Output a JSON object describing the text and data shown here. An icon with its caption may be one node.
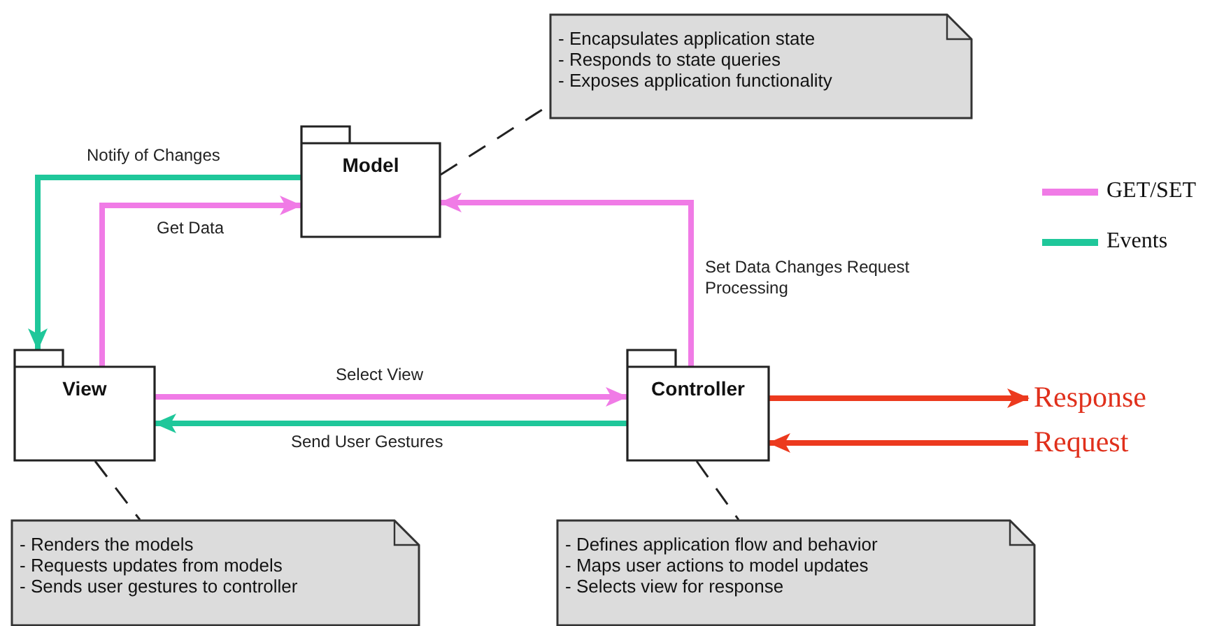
{
  "diagram": {
    "nodes": [
      {
        "text": [
          "- Encapsulates application state",
          "- Responds to state queries",
          "- Exposes application functionality"
        ]
      },
      {
        "text": [
          "Model"
        ]
      },
      {
        "text": [
          "View"
        ]
      },
      {
        "text": [
          "Controller"
        ]
      },
      {
        "text": [
          "- Renders the models",
          "- Requests updates from models",
          "- Sends user gestures to controller"
        ]
      },
      {
        "text": [
          "- Defines application flow and behavior",
          "- Maps user actions to model updates",
          "- Selects view for response"
        ]
      },
      {
        "text": [
          "Response"
        ]
      },
      {
        "text": [
          "Request"
        ]
      }
    ],
    "edges": [
      {
        "from": 1,
        "to": 2,
        "arrow": "to",
        "label": "Notify of Changes",
        "color": "#1fc79a"
      },
      {
        "from": 2,
        "to": 1,
        "arrow": "to",
        "label": "Get Data",
        "color": "#f07be6"
      },
      {
        "from": 3,
        "to": 1,
        "arrow": "to",
        "label": "Set Data Changes Request Processing",
        "color": "#f07be6"
      },
      {
        "from": 2,
        "to": 3,
        "arrow": "to",
        "label": "Select View",
        "color": "#f07be6"
      },
      {
        "from": 3,
        "to": 2,
        "arrow": "to",
        "label": "Send User Gestures",
        "color": "#1fc79a"
      },
      {
        "from": 3,
        "to": 6,
        "arrow": "to",
        "color": "#ec3a1e"
      },
      {
        "from": 7,
        "to": 3,
        "arrow": "to",
        "color": "#ec3a1e"
      },
      {
        "from": 1,
        "to": 0,
        "arrow": "none",
        "style": "dashed",
        "color": "#222222"
      },
      {
        "from": 2,
        "to": 4,
        "arrow": "none",
        "style": "dashed",
        "color": "#222222"
      },
      {
        "from": 3,
        "to": 5,
        "arrow": "none",
        "style": "dashed",
        "color": "#222222"
      }
    ],
    "legend": [
      {
        "text": "GET/SET",
        "color": "#f07be6"
      },
      {
        "text": "Events",
        "color": "#1fc79a"
      }
    ]
  }
}
